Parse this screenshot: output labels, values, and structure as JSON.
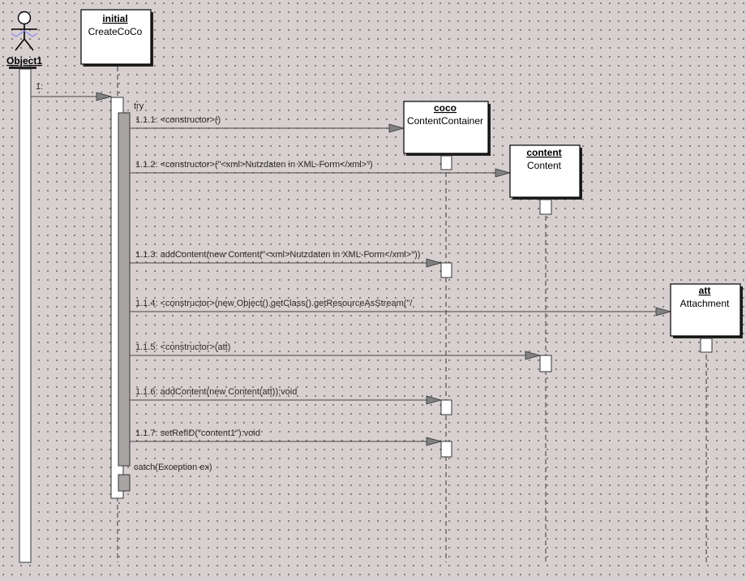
{
  "actor": {
    "name": "Object1"
  },
  "objects": {
    "initial": {
      "name": "initial",
      "class": "CreateCoCo"
    },
    "coco": {
      "name": "coco",
      "class": "ContentContainer"
    },
    "content": {
      "name": "content",
      "class": "Content"
    },
    "att": {
      "name": "att",
      "class": "Attachment"
    }
  },
  "messages": {
    "m1": "1:",
    "m111": "1.1.1: <constructor>()",
    "m112": "1.1.2: <constructor>(\"<xml>Nutzdaten in XML-Form</xml>\")",
    "m113": "1.1.3: addContent(new Content(\"<xml>Nutzdaten in XML-Form</xml>\"))",
    "m114": "1.1.4: <constructor>(new Object().getClass().getResourceAsStream(\"/",
    "m115": "1.1.5: <constructor>(att)",
    "m116": "1.1.6: addContent(new Content(att)):void",
    "m117": "1.1.7: setRefID(\"content1\"):void"
  },
  "fragments": {
    "try": "try",
    "catch": "catch(Exception ex)"
  }
}
